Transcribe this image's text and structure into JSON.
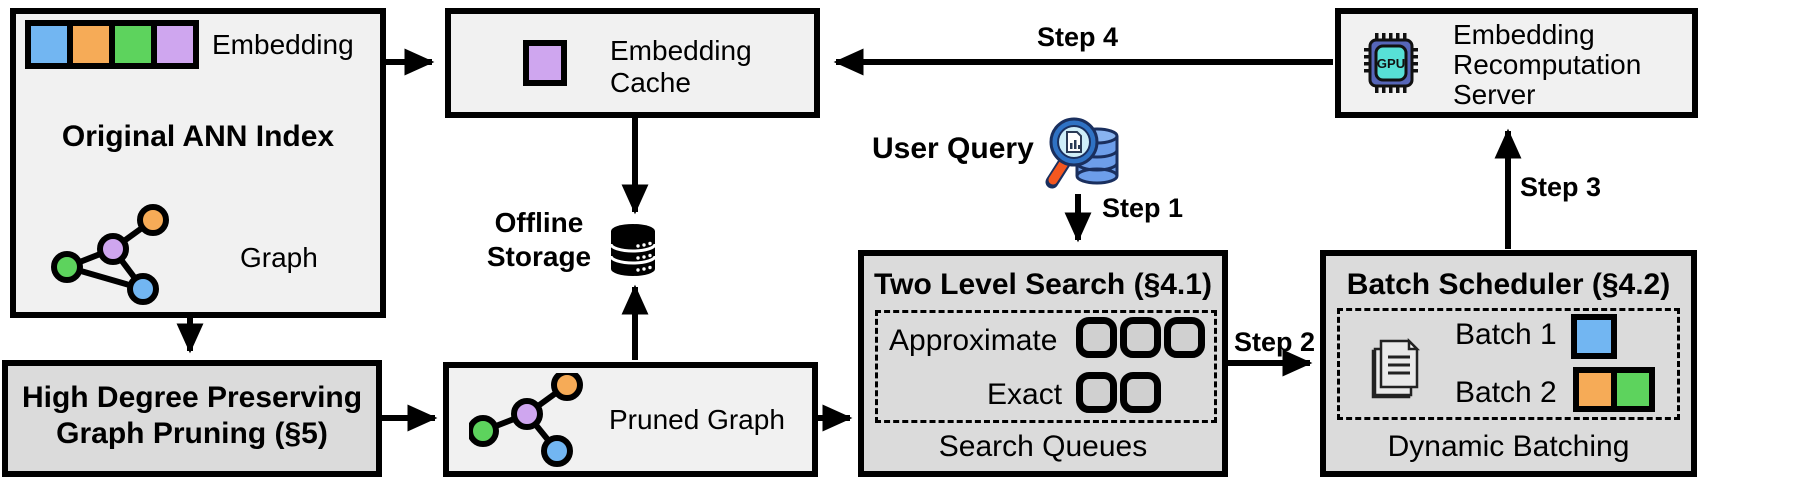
{
  "diagram": {
    "original_ann_index": {
      "embedding_label": "Embedding",
      "title": "Original ANN Index",
      "graph_label": "Graph"
    },
    "graph_pruning": {
      "line1": "High Degree Preserving",
      "line2": "Graph Pruning (§5)"
    },
    "embedding_cache": {
      "line1": "Embedding",
      "line2": "Cache"
    },
    "offline_storage": {
      "line1": "Offline",
      "line2": "Storage"
    },
    "pruned_graph": {
      "label": "Pruned Graph"
    },
    "user_query": {
      "label": "User Query"
    },
    "two_level_search": {
      "title": "Two Level Search (§4.1)",
      "approximate_label": "Approximate",
      "exact_label": "Exact",
      "approximate_queue_count": 3,
      "exact_queue_count": 2,
      "footer": "Search Queues"
    },
    "batch_scheduler": {
      "title": "Batch Scheduler (§4.2)",
      "batch1_label": "Batch 1",
      "batch2_label": "Batch 2",
      "footer": "Dynamic Batching"
    },
    "recomputation_server": {
      "line1": "Embedding",
      "line2": "Recomputation",
      "line3": "Server",
      "gpu_chip_label": "GPU"
    },
    "steps": {
      "step1": "Step 1",
      "step2": "Step 2",
      "step3": "Step 3",
      "step4": "Step 4"
    },
    "colors": {
      "blue": "#72b6f2",
      "orange": "#f6ab57",
      "green": "#5dd35d",
      "purple": "#cfa6ef",
      "box_light": "#f1f1f1",
      "box_dark": "#dbdbdb",
      "outline": "#000000",
      "gpu_chip_body": "#5666b8",
      "gpu_chip_core": "#57e0d6",
      "query_db": "#6d9eea",
      "query_lens": "#cfeef8",
      "query_handle": "#f4571f",
      "query_rim": "#2f72c4"
    }
  }
}
